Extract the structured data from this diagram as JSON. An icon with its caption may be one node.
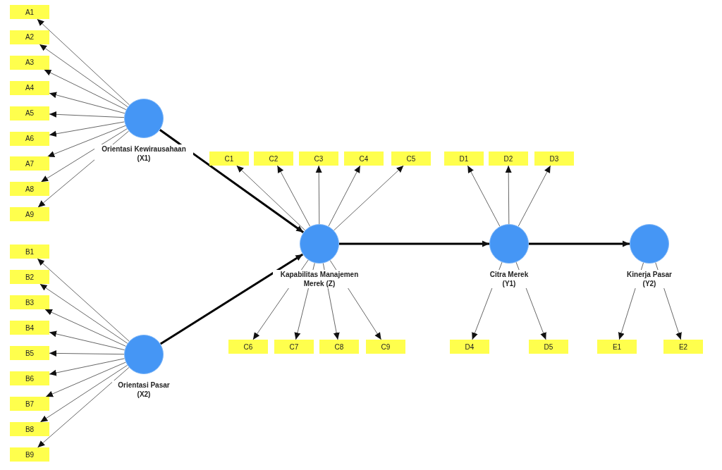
{
  "diagram": {
    "nodes": [
      {
        "text": [
          "A1"
        ]
      },
      {
        "text": [
          "A2"
        ]
      },
      {
        "text": [
          "A3"
        ]
      },
      {
        "text": [
          "A4"
        ]
      },
      {
        "text": [
          "A5"
        ]
      },
      {
        "text": [
          "A6"
        ]
      },
      {
        "text": [
          "A7"
        ]
      },
      {
        "text": [
          "A8"
        ]
      },
      {
        "text": [
          "A9"
        ]
      },
      {
        "text": [],
        "shape": "circle",
        "beside": [
          "Orientasi Kewirausahaan (X1)"
        ]
      },
      {
        "text": [
          "B1"
        ]
      },
      {
        "text": [
          "B2"
        ]
      },
      {
        "text": [
          "B3"
        ]
      },
      {
        "text": [
          "B4"
        ]
      },
      {
        "text": [
          "B5"
        ]
      },
      {
        "text": [
          "B6"
        ]
      },
      {
        "text": [
          "B7"
        ]
      },
      {
        "text": [
          "B8"
        ]
      },
      {
        "text": [
          "B9"
        ]
      },
      {
        "text": [],
        "shape": "circle",
        "beside": [
          "Orientasi Pasar (X2)"
        ]
      },
      {
        "text": [
          "C1"
        ]
      },
      {
        "text": [
          "C2"
        ]
      },
      {
        "text": [
          "C3"
        ]
      },
      {
        "text": [
          "C4"
        ]
      },
      {
        "text": [
          "C5"
        ]
      },
      {
        "text": [],
        "shape": "circle",
        "beside": [
          "Kapabilitas Manajemen Merek (Z)"
        ]
      },
      {
        "text": [
          "C6"
        ]
      },
      {
        "text": [
          "C7"
        ]
      },
      {
        "text": [
          "C8"
        ]
      },
      {
        "text": [
          "C9"
        ]
      },
      {
        "text": [
          "D1"
        ]
      },
      {
        "text": [
          "D2"
        ]
      },
      {
        "text": [
          "D3"
        ]
      },
      {
        "text": [],
        "shape": "circle",
        "beside": [
          "Citra Merek (Y1)"
        ]
      },
      {
        "text": [
          "D4"
        ]
      },
      {
        "text": [
          "D5"
        ]
      },
      {
        "text": [],
        "shape": "circle",
        "beside": [
          "Kinerja Pasar (Y2)"
        ]
      },
      {
        "text": [
          "E1"
        ]
      },
      {
        "text": [
          "E2"
        ]
      }
    ],
    "edges": [
      {
        "from": 9,
        "to": 0,
        "arrow": "to"
      },
      {
        "from": 9,
        "to": 1,
        "arrow": "to"
      },
      {
        "from": 9,
        "to": 2,
        "arrow": "to"
      },
      {
        "from": 9,
        "to": 3,
        "arrow": "to"
      },
      {
        "from": 9,
        "to": 4,
        "arrow": "to"
      },
      {
        "from": 9,
        "to": 5,
        "arrow": "to"
      },
      {
        "from": 9,
        "to": 6,
        "arrow": "to"
      },
      {
        "from": 9,
        "to": 7,
        "arrow": "to"
      },
      {
        "from": 9,
        "to": 8,
        "arrow": "to"
      },
      {
        "from": 19,
        "to": 10,
        "arrow": "to"
      },
      {
        "from": 19,
        "to": 11,
        "arrow": "to"
      },
      {
        "from": 19,
        "to": 12,
        "arrow": "to"
      },
      {
        "from": 19,
        "to": 13,
        "arrow": "to"
      },
      {
        "from": 19,
        "to": 14,
        "arrow": "to"
      },
      {
        "from": 19,
        "to": 15,
        "arrow": "to"
      },
      {
        "from": 19,
        "to": 16,
        "arrow": "to"
      },
      {
        "from": 19,
        "to": 17,
        "arrow": "to"
      },
      {
        "from": 19,
        "to": 18,
        "arrow": "to"
      },
      {
        "from": 9,
        "to": 25,
        "arrow": "to",
        "style": "thick"
      },
      {
        "from": 19,
        "to": 25,
        "arrow": "to",
        "style": "thick"
      },
      {
        "from": 25,
        "to": 20,
        "arrow": "to"
      },
      {
        "from": 25,
        "to": 21,
        "arrow": "to"
      },
      {
        "from": 25,
        "to": 22,
        "arrow": "to"
      },
      {
        "from": 25,
        "to": 23,
        "arrow": "to"
      },
      {
        "from": 25,
        "to": 24,
        "arrow": "to"
      },
      {
        "from": 25,
        "to": 26,
        "arrow": "to"
      },
      {
        "from": 25,
        "to": 27,
        "arrow": "to"
      },
      {
        "from": 25,
        "to": 28,
        "arrow": "to"
      },
      {
        "from": 25,
        "to": 29,
        "arrow": "to"
      },
      {
        "from": 25,
        "to": 33,
        "arrow": "to",
        "style": "thick"
      },
      {
        "from": 33,
        "to": 30,
        "arrow": "to"
      },
      {
        "from": 33,
        "to": 31,
        "arrow": "to"
      },
      {
        "from": 33,
        "to": 32,
        "arrow": "to"
      },
      {
        "from": 33,
        "to": 34,
        "arrow": "to"
      },
      {
        "from": 33,
        "to": 35,
        "arrow": "to"
      },
      {
        "from": 33,
        "to": 36,
        "arrow": "to",
        "style": "thick"
      },
      {
        "from": 36,
        "to": 37,
        "arrow": "to"
      },
      {
        "from": 36,
        "to": 38,
        "arrow": "to"
      }
    ]
  }
}
